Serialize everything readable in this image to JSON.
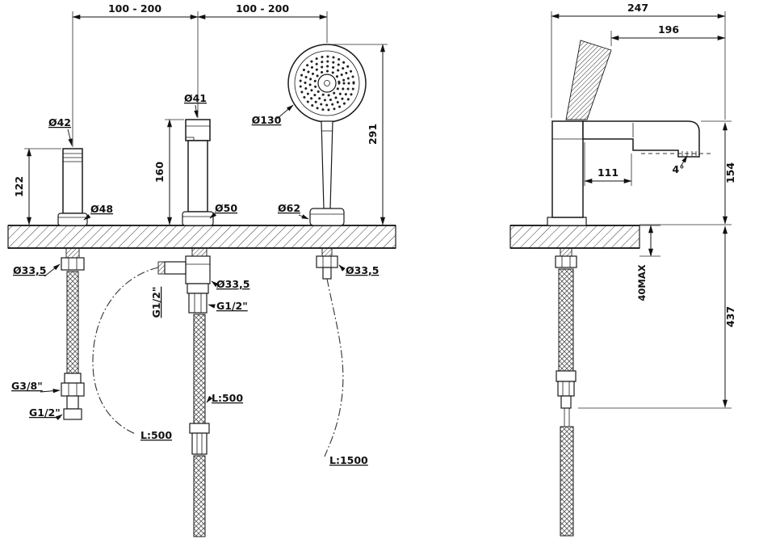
{
  "front": {
    "span_left": "100 - 200",
    "span_right": "100 - 200",
    "h_left": "122",
    "h_mid": "160",
    "h_shower": "291",
    "dia_handle_top": "Ø42",
    "dia_handle_base": "Ø48",
    "dia_spout_top": "Ø41",
    "dia_spout_base": "Ø50",
    "dia_shower_head": "Ø130",
    "dia_shower_base": "Ø62",
    "dia_nut_left": "Ø33,5",
    "dia_nut_mid": "Ø33,5",
    "dia_nut_right": "Ø33,5",
    "thread_side_outlet": "G1/2\"",
    "thread_mid_bottom": "G1/2\"",
    "thread_left_supply": "G3/8\"",
    "thread_left_bottom": "G1/2\"",
    "hose_mid_len": "L:500",
    "hose_side_len": "L:500",
    "hose_shower_len": "L:1500"
  },
  "side": {
    "w_total": "247",
    "w_spout": "196",
    "w_reach": "111",
    "angle": "4°",
    "h_spout": "154",
    "h_below": "437",
    "deck_max": "40MAX"
  }
}
